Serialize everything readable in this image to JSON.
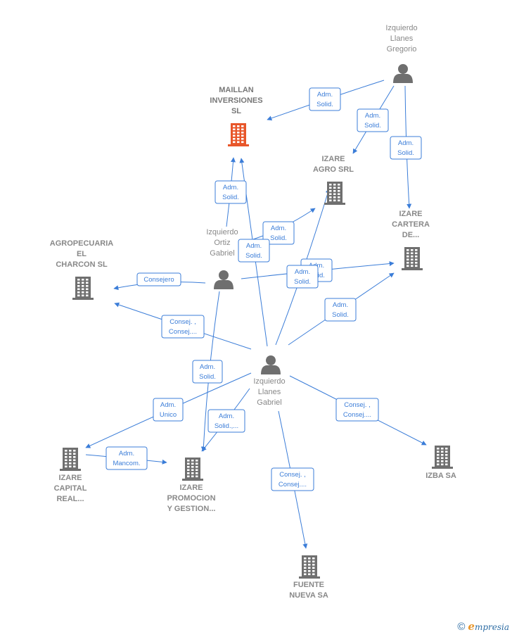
{
  "nodes": [
    {
      "id": "maillan",
      "type": "company",
      "focus": true,
      "lines": [
        "MAILLAN",
        "INVERSIONES",
        "SL"
      ]
    },
    {
      "id": "gregorio",
      "type": "person",
      "lines": [
        "Izquierdo",
        "Llanes",
        "Gregorio"
      ]
    },
    {
      "id": "izare_agro",
      "type": "company",
      "lines": [
        "IZARE",
        "AGRO SRL"
      ]
    },
    {
      "id": "izare_cartera",
      "type": "company",
      "lines": [
        "IZARE",
        "CARTERA",
        "DE..."
      ]
    },
    {
      "id": "agropecuaria",
      "type": "company",
      "lines": [
        "AGROPECUARIA",
        "EL",
        "CHARCON SL"
      ]
    },
    {
      "id": "ortiz",
      "type": "person",
      "lines": [
        "Izquierdo",
        "Ortiz",
        "Gabriel"
      ]
    },
    {
      "id": "llanes_gabriel",
      "type": "person",
      "lines": [
        "Izquierdo",
        "Llanes",
        "Gabriel"
      ]
    },
    {
      "id": "izare_capital",
      "type": "company",
      "lines": [
        "IZARE",
        "CAPITAL",
        "REAL..."
      ]
    },
    {
      "id": "izare_promocion",
      "type": "company",
      "lines": [
        "IZARE",
        "PROMOCION",
        "Y GESTION..."
      ]
    },
    {
      "id": "izba",
      "type": "company",
      "lines": [
        "IZBA SA"
      ]
    },
    {
      "id": "fuente",
      "type": "company",
      "lines": [
        "FUENTE",
        "NUEVA SA"
      ]
    }
  ],
  "edges": [
    {
      "from": "gregorio",
      "to": "maillan",
      "label": [
        "Adm.",
        "Solid."
      ]
    },
    {
      "from": "gregorio",
      "to": "izare_agro",
      "label": [
        "Adm.",
        "Solid."
      ]
    },
    {
      "from": "gregorio",
      "to": "izare_cartera",
      "label": [
        "Adm.",
        "Solid."
      ]
    },
    {
      "from": "ortiz",
      "to": "maillan",
      "label": [
        "Adm.",
        "Solid."
      ]
    },
    {
      "from": "ortiz",
      "to": "izare_agro",
      "label": [
        "Adm.",
        "Solid."
      ]
    },
    {
      "from": "ortiz",
      "to": "agropecuaria",
      "label": [
        "Consejero"
      ]
    },
    {
      "from": "ortiz",
      "to": "izare_cartera",
      "label": [
        "Adm.",
        "Solid."
      ]
    },
    {
      "from": "ortiz",
      "to": "izare_promocion",
      "label": [
        "Adm.",
        "Solid."
      ]
    },
    {
      "from": "llanes_gabriel",
      "to": "maillan",
      "label": [
        "Adm.",
        "Solid."
      ]
    },
    {
      "from": "llanes_gabriel",
      "to": "izare_agro",
      "label": [
        "Adm.",
        "Solid."
      ]
    },
    {
      "from": "llanes_gabriel",
      "to": "izare_cartera",
      "label": [
        "Adm.",
        "Solid."
      ]
    },
    {
      "from": "llanes_gabriel",
      "to": "agropecuaria",
      "label": [
        "Consej. ,",
        "Consej...."
      ]
    },
    {
      "from": "llanes_gabriel",
      "to": "izare_capital",
      "label": [
        "Adm.",
        "Unico"
      ]
    },
    {
      "from": "llanes_gabriel",
      "to": "izare_promocion",
      "label": [
        "Adm.",
        "Solid.,..."
      ]
    },
    {
      "from": "llanes_gabriel",
      "to": "izba",
      "label": [
        "Consej. ,",
        "Consej...."
      ]
    },
    {
      "from": "llanes_gabriel",
      "to": "fuente",
      "label": [
        "Consej. ,",
        "Consej...."
      ]
    },
    {
      "from": "izare_capital",
      "to": "izare_promocion",
      "label": [
        "Adm.",
        "Mancom."
      ]
    }
  ],
  "colors": {
    "edge": "#3b7dd8",
    "building": "#6f6f6f",
    "building_focus": "#e8562a",
    "person": "#6f6f6f",
    "label": "#888888"
  },
  "footer": {
    "copyright": "©",
    "brand_initial": "e",
    "brand_rest": "mpresia"
  }
}
